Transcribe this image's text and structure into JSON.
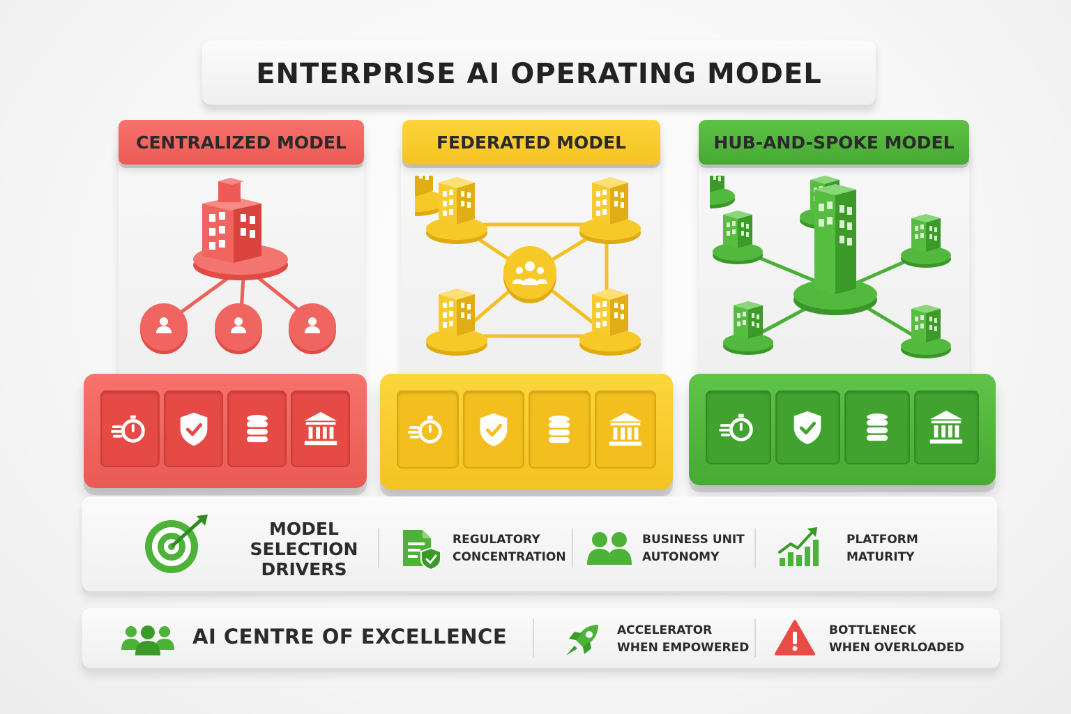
{
  "title": "ENTERPRISE AI OPERATING MODEL",
  "columns": [
    {
      "label": "CENTRALIZED MODEL",
      "color": "#ee5d57"
    },
    {
      "label": "FEDERATED MODEL",
      "color": "#f7c928"
    },
    {
      "label": "HUB-AND-SPOKE MODEL",
      "color": "#4fb63b"
    }
  ],
  "tile_icons": [
    "stopwatch-icon",
    "shield-check-icon",
    "database-icon",
    "bank-icon"
  ],
  "drivers": {
    "heading_line1": "MODEL",
    "heading_line2": "SELECTION",
    "heading_line3": "DRIVERS",
    "items": [
      {
        "line1": "REGULATORY",
        "line2": "CONCENTRATION",
        "icon": "document-shield-icon"
      },
      {
        "line1": "BUSINESS UNIT",
        "line2": "AUTONOMY",
        "icon": "people-icon"
      },
      {
        "line1": "PLATFORM",
        "line2": "MATURITY",
        "icon": "growth-chart-icon"
      }
    ]
  },
  "coe": {
    "label": "AI CENTRE OF EXCELLENCE",
    "accelerator_line1": "ACCELERATOR",
    "accelerator_line2": "WHEN EMPOWERED",
    "bottleneck_line1": "BOTTLENECK",
    "bottleneck_line2": "WHEN OVERLOADED"
  }
}
